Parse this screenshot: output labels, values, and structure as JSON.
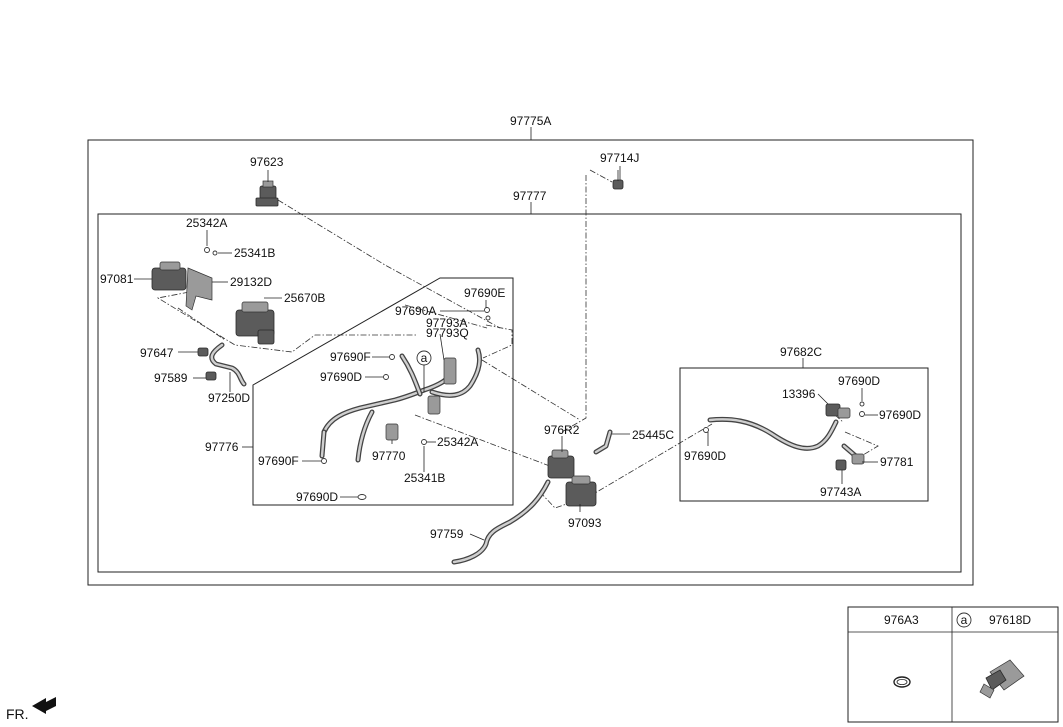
{
  "labels": {
    "assembly_main": "97775A",
    "sub_assembly": "97777",
    "p97623": "97623",
    "p97714J": "97714J",
    "p25342A_top": "25342A",
    "p25341B_top": "25341B",
    "p97081": "97081",
    "p29132D": "29132D",
    "p25670B": "25670B",
    "p97690A": "97690A",
    "p97690E": "97690E",
    "p97793A": "97793A",
    "p97793Q": "97793Q",
    "p97647": "97647",
    "p97690F_top": "97690F",
    "p97690D_top": "97690D",
    "p97589": "97589",
    "p97250D": "97250D",
    "p97776": "97776",
    "p97770": "97770",
    "p25342A_bot": "25342A",
    "p25341B_bot": "25341B",
    "p97690F_bot": "97690F",
    "p97690D_bot": "97690D",
    "p976R2": "976R2",
    "p25445C": "25445C",
    "p97093": "97093",
    "p97759": "97759",
    "p97682C": "97682C",
    "p13396": "13396",
    "p97690D_r1": "97690D",
    "p97690D_r2": "97690D",
    "p97690D_r3": "97690D",
    "p97781": "97781",
    "p97743A": "97743A",
    "callout_a": "a"
  },
  "legend": {
    "col1_header": "976A3",
    "col2_marker": "a",
    "col2_header": "97618D"
  },
  "footer": {
    "direction": "FR."
  },
  "colors": {
    "line": "#222222",
    "part_dark": "#5b5b5b",
    "part_light": "#9a9a9a",
    "pipe_highlight": "#cfcfcf"
  },
  "icons": {
    "forward_arrow": "fr-arrow-icon"
  }
}
